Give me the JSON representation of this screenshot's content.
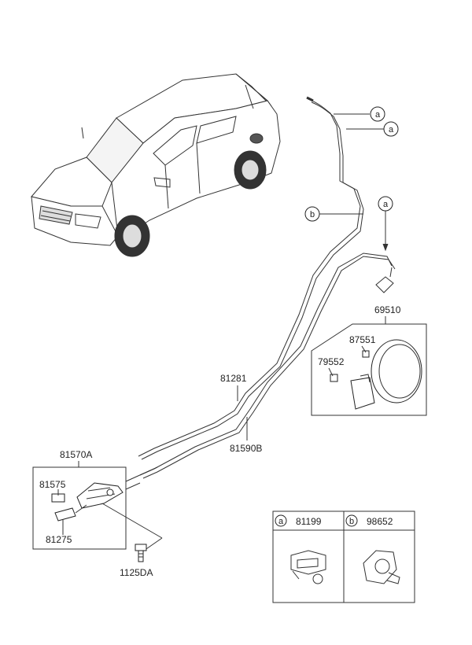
{
  "parts": {
    "p69510": "69510",
    "p87551": "87551",
    "p79552": "79552",
    "p81281": "81281",
    "p81590b": "81590B",
    "p81570a": "81570A",
    "p81575": "81575",
    "p81275": "81275",
    "p1125da": "1125DA"
  },
  "callouts": {
    "a": "a",
    "b": "b"
  },
  "legend": {
    "a_letter": "a",
    "a_part": "81199",
    "b_letter": "b",
    "b_part": "98652"
  }
}
